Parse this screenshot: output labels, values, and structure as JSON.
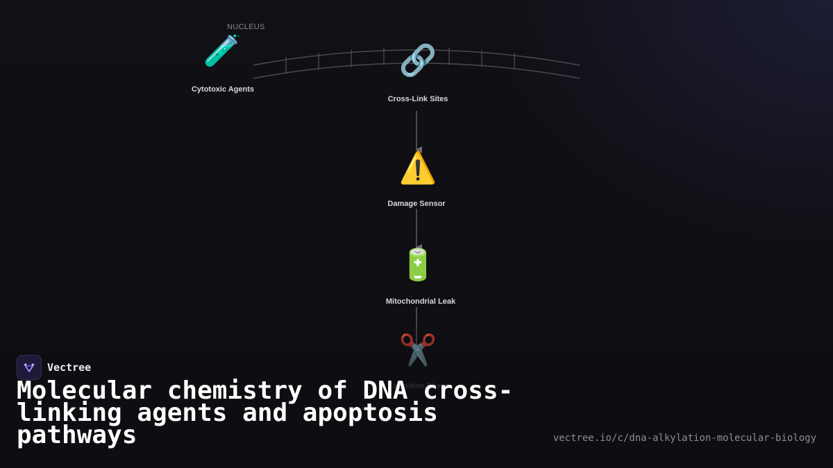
{
  "diagram": {
    "region_label": "NUCLEUS",
    "nodes": [
      {
        "id": "cytotoxic",
        "label": "Cytotoxic Agents",
        "icon": "test-tube-icon",
        "glyph": "🧪"
      },
      {
        "id": "crosslink",
        "label": "Cross-Link Sites",
        "icon": "link-icon",
        "glyph": "🔗"
      },
      {
        "id": "sensor",
        "label": "Damage Sensor",
        "icon": "warning-icon",
        "glyph": "⚠️"
      },
      {
        "id": "mito",
        "label": "Mitochondrial Leak",
        "icon": "battery-icon",
        "glyph": "🔋"
      },
      {
        "id": "execution",
        "label": "Execution Phase",
        "icon": "scissors-icon",
        "glyph": "✂️"
      }
    ],
    "edges": [
      {
        "from": "crosslink",
        "to": "sensor"
      },
      {
        "from": "sensor",
        "to": "mito"
      },
      {
        "from": "mito",
        "to": "execution"
      }
    ]
  },
  "brand": {
    "name": "Vectree",
    "logo_icon": "vectree-logo-icon"
  },
  "title": "Molecular chemistry of DNA cross-linking agents and apoptosis pathways",
  "source_url": "vectree.io/c/dna-alkylation-molecular-biology",
  "colors": {
    "background": "#0f0f13",
    "accent": "#8b5cf6",
    "text": "#ffffff",
    "muted": "#8c8c94"
  }
}
